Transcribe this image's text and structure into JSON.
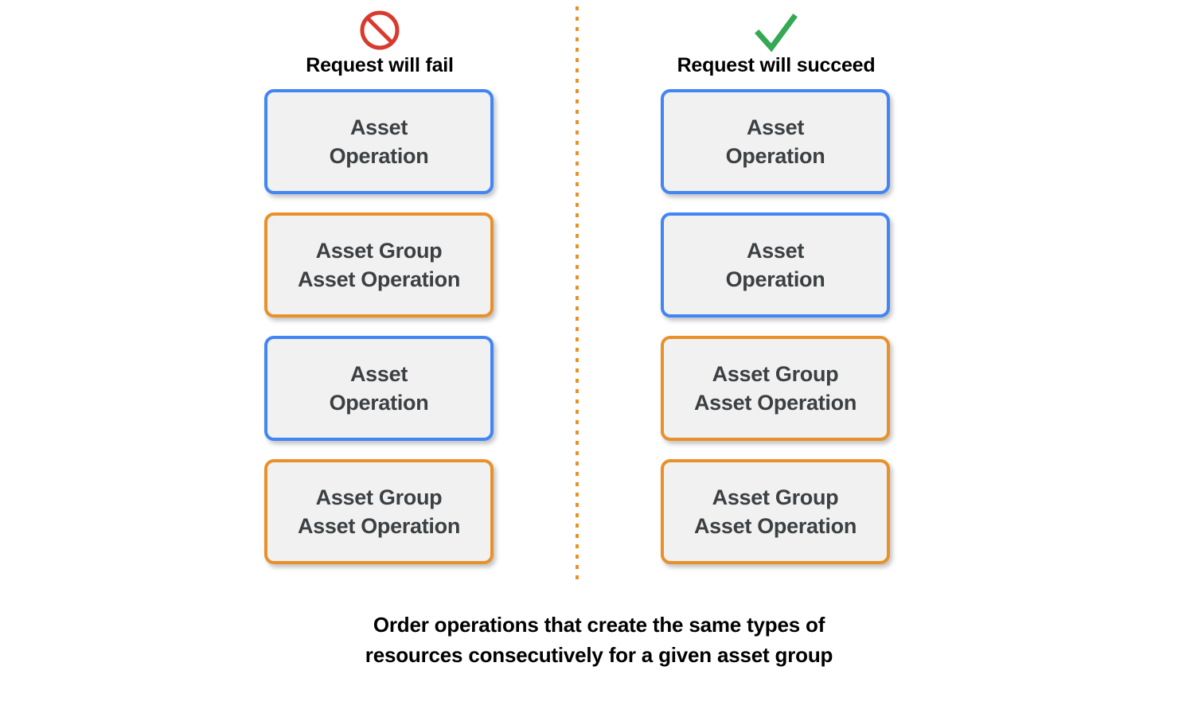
{
  "colors": {
    "blue_border": "#4285f4",
    "orange_border": "#e8912a",
    "box_fill": "#f1f1f1",
    "box_text": "#3c4043",
    "fail_icon": "#d93a2f",
    "success_icon": "#34a853",
    "divider": "#e8912a",
    "background": "#ffffff"
  },
  "columns": [
    {
      "id": "fail",
      "icon": "prohibition-icon",
      "header": "Request will fail",
      "boxes": [
        {
          "label": "Asset\nOperation",
          "type": "asset",
          "accent": "blue"
        },
        {
          "label": "Asset Group\nAsset Operation",
          "type": "asset-group",
          "accent": "orange"
        },
        {
          "label": "Asset\nOperation",
          "type": "asset",
          "accent": "blue"
        },
        {
          "label": "Asset Group\nAsset Operation",
          "type": "asset-group",
          "accent": "orange"
        }
      ]
    },
    {
      "id": "succeed",
      "icon": "checkmark-icon",
      "header": "Request will succeed",
      "boxes": [
        {
          "label": "Asset\nOperation",
          "type": "asset",
          "accent": "blue"
        },
        {
          "label": "Asset\nOperation",
          "type": "asset",
          "accent": "blue"
        },
        {
          "label": "Asset Group\nAsset Operation",
          "type": "asset-group",
          "accent": "orange"
        },
        {
          "label": "Asset Group\nAsset Operation",
          "type": "asset-group",
          "accent": "orange"
        }
      ]
    }
  ],
  "caption": "Order operations that create the same types of\nresources consecutively for a given asset group"
}
